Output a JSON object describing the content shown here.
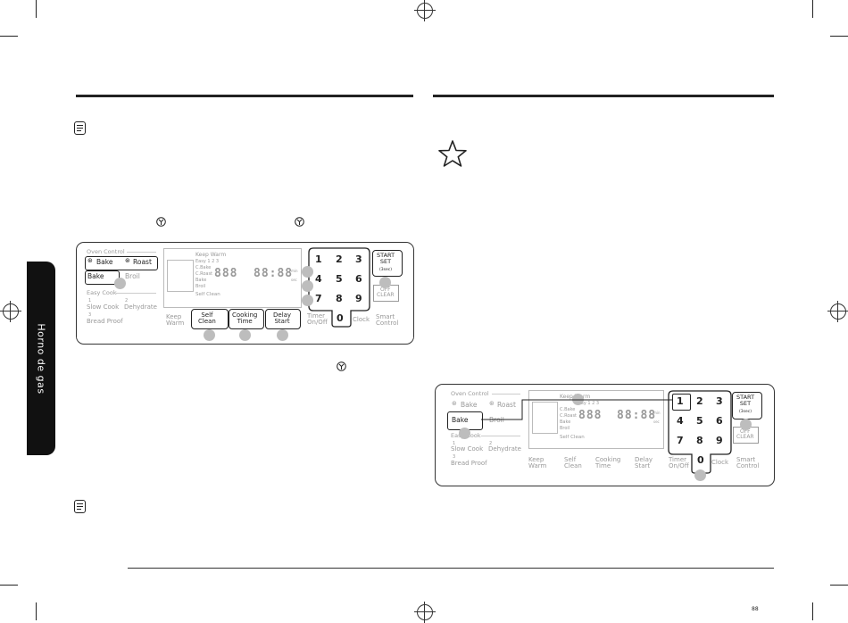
{
  "section_tab": "Horno de gas",
  "left_panel": {
    "oven_control": "Oven Control",
    "bake": "Bake",
    "roast": "Roast",
    "bake2": "Bake",
    "broil": "Broil",
    "easy_cook": "Easy Cook",
    "num1": "1",
    "num2": "2",
    "num3": "3",
    "slow_cook": "Slow Cook",
    "dehydrate": "Dehydrate",
    "bread_proof": "Bread Proof",
    "keep_warm_disp": "Keep Warm",
    "easy123": "Easy 1 2 3",
    "cbake": "C.Bake",
    "croast": "C.Roast",
    "bake_disp": "Bake",
    "broil_disp": "Broil",
    "seg1": "888",
    "seg2": "88:88",
    "self_clean_disp": "Self Clean",
    "min": "min",
    "sec": "sec",
    "keep_warm": "Keep\nWarm",
    "self_clean": "Self\nClean",
    "cooking_time": "Cooking\nTime",
    "delay_start": "Delay\nStart",
    "timer": "Timer\nOn/Off",
    "clock": "Clock",
    "smart_control": "Smart\nControl",
    "keys": [
      "1",
      "2",
      "3",
      "4",
      "5",
      "6",
      "7",
      "8",
      "9"
    ],
    "key0": "0",
    "start_set": "START\nSET",
    "lock": "(3sec)",
    "off_clear": "OFF\nCLEAR"
  },
  "right_panel": {
    "oven_control": "Oven Control",
    "bake": "Bake",
    "roast": "Roast",
    "bake2": "Bake",
    "broil": "Broil",
    "easy_cook": "Easy Cook",
    "num1": "1",
    "num2": "2",
    "num3": "3",
    "slow_cook": "Slow Cook",
    "dehydrate": "Dehydrate",
    "bread_proof": "Bread Proof",
    "keep_warm_disp": "Keep Warm",
    "easy123": "Easy 1 2 3",
    "cbake": "C.Bake",
    "croast": "C.Roast",
    "bake_disp": "Bake",
    "broil_disp": "Broil",
    "seg1": "888",
    "seg2": "88:88",
    "self_clean_disp": "Self Clean",
    "min": "min",
    "sec": "sec",
    "keep_warm": "Keep\nWarm",
    "self_clean": "Self\nClean",
    "cooking_time": "Cooking\nTime",
    "delay_start": "Delay\nStart",
    "timer": "Timer\nOn/Off",
    "clock": "Clock",
    "smart_control": "Smart\nControl",
    "keys": [
      "1",
      "2",
      "3",
      "4",
      "5",
      "6",
      "7",
      "8",
      "9"
    ],
    "key0": "0",
    "start_set": "START\nSET",
    "lock": "(3sec)",
    "off_clear": "OFF\nCLEAR"
  },
  "page_number": "88"
}
